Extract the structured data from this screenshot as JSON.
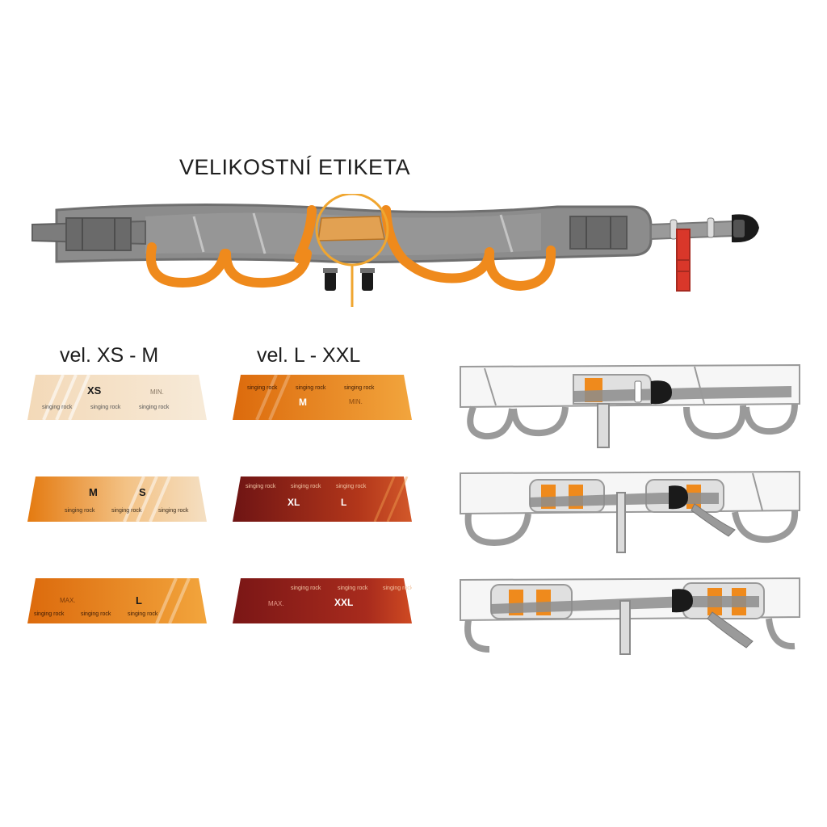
{
  "title": "VELIKOSTNÍ ETIKETA",
  "brand": "singing rock",
  "colors": {
    "belt_gray": "#8c8c8c",
    "belt_edge": "#6f6f6f",
    "orange": "#ef8a1c",
    "red_tab": "#d9372a",
    "black": "#1a1a1a",
    "outline_gray": "#9a9a9a"
  },
  "columns": {
    "left": {
      "heading": "vel. XS - M"
    },
    "right": {
      "heading": "vel. L - XXL"
    }
  },
  "labels": {
    "xs_m": [
      {
        "main": "XS",
        "tag": "MIN.",
        "palette": "cream"
      },
      {
        "main": "M",
        "second": "S",
        "palette": "orange-cream"
      },
      {
        "main": "L",
        "tag": "MAX.",
        "palette": "orange"
      }
    ],
    "l_xxl": [
      {
        "main": "M",
        "tag": "MIN.",
        "palette": "orange"
      },
      {
        "main": "XL",
        "second": "L",
        "palette": "darkred"
      },
      {
        "main": "XXL",
        "tag": "MAX.",
        "palette": "darkred"
      }
    ]
  }
}
